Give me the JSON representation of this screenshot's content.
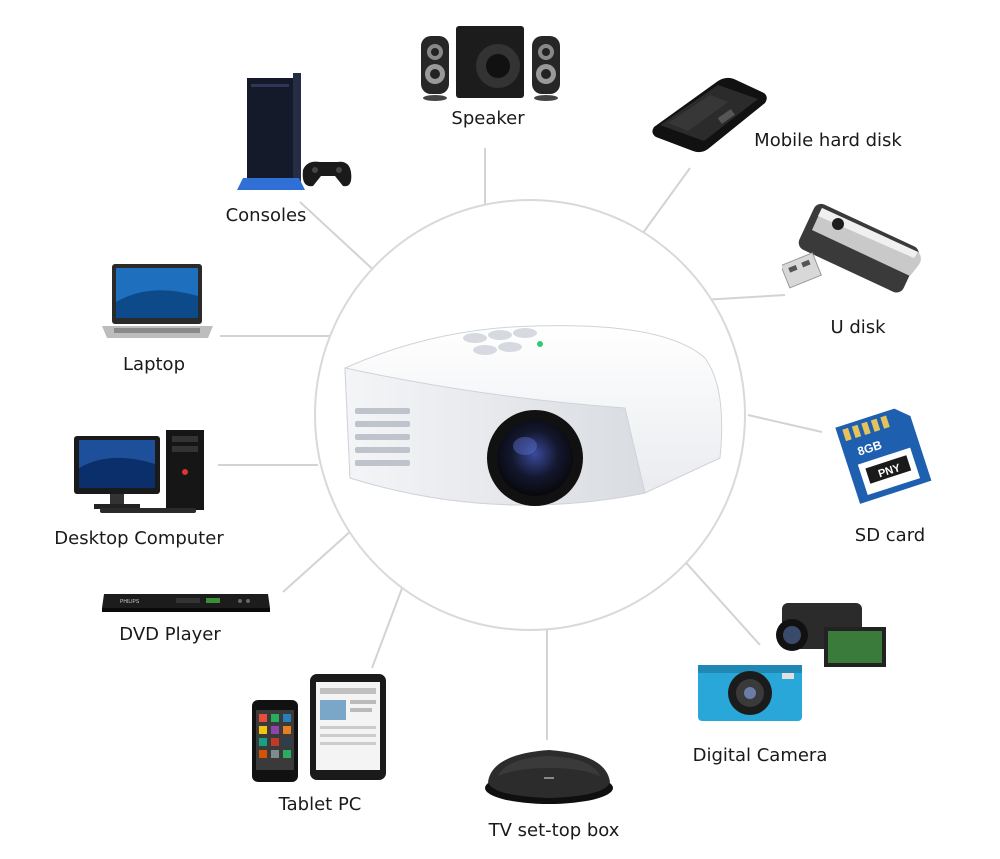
{
  "hub": {
    "icon": "projector-icon"
  },
  "devices": [
    {
      "label": "Speaker",
      "icon": "speaker-icon"
    },
    {
      "label": "Mobile hard disk",
      "icon": "hard-disk-icon"
    },
    {
      "label": "Consoles",
      "icon": "console-icon"
    },
    {
      "label": "U disk",
      "icon": "usb-drive-icon"
    },
    {
      "label": "Laptop",
      "icon": "laptop-icon"
    },
    {
      "label": "SD card",
      "icon": "sd-card-icon"
    },
    {
      "label": "Desktop Computer",
      "icon": "desktop-computer-icon"
    },
    {
      "label": "DVD Player",
      "icon": "dvd-player-icon"
    },
    {
      "label": "Digital Camera",
      "icon": "camera-icon"
    },
    {
      "label": "Tablet PC",
      "icon": "tablet-icon"
    },
    {
      "label": "TV set-top box",
      "icon": "set-top-box-icon"
    }
  ],
  "colors": {
    "line": "#d3d3d3",
    "circle": "#d9d9d9",
    "sd_card": "#1f5fb0",
    "camera_body": "#2aa7d9"
  },
  "sd_card": {
    "capacity": "8GB",
    "brand": "PNY"
  },
  "dvd_brand": "PHILIPS"
}
